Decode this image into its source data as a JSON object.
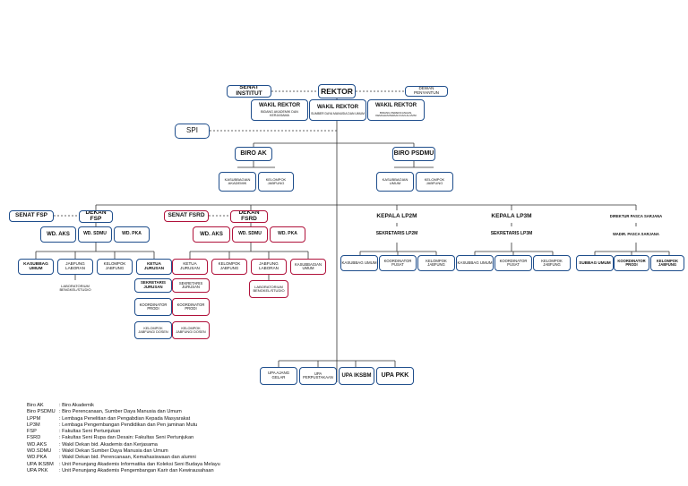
{
  "top": {
    "senat_institut": "SENAT INSTITUT",
    "rektor": "REKTOR",
    "dewan_penyantun": "DEWAN PENYANTUN",
    "wakil_rektor_1": {
      "title": "WAKIL REKTOR",
      "sub": "BIDANG AKADEMIK DAN KERJASAMA"
    },
    "wakil_rektor_2": {
      "title": "WAKIL REKTOR",
      "sub": "SUMBER DAYA MANUSIA DAN UMUM"
    },
    "wakil_rektor_3": {
      "title": "WAKIL REKTOR",
      "sub": "BIDANG PERENCANAAN, KEMAHASISWAAN DAN ALUMNI"
    },
    "spi": "SPI"
  },
  "biro": {
    "biro_ak": "BIRO AK",
    "biro_psdmu": "BIRO PSDMU",
    "ak_kasubbag": "KASUBBAGIAN AKADEMIK",
    "ak_kelompok": "KELOMPOK JABFUNG",
    "psdmu_kasubbag": "KASUBBAGIAN UMUM",
    "psdmu_kelompok": "KELOMPOK JABFUNG"
  },
  "fsp": {
    "senat": "SENAT FSP",
    "dekan": "DEKAN FSP",
    "wd_aks": "WD. AKS",
    "wd_sdmu": "WD. SDMU",
    "wd_pka": "WD. PKA",
    "kasubbag_umum": "KASUBBAG UMUM",
    "jabfung_laboran": "JABFUNG LABORAN",
    "laboratorium": "LABORATORIUM BENGKEL/STUDIO",
    "kelompok_jabfung": "KELOMPOK JABFUNG",
    "ketua_jurusan": "KETUA JURUSAN",
    "sekretaris_jurusan": "SEKRETARIS JURUSAN",
    "koordinator_prodi": "KOORDINATOR PRODI",
    "kelompok_dosen": "KELOMPOK JABFUNG/ DOSEN"
  },
  "fsrd": {
    "senat": "SENAT FSRD",
    "dekan": "DEKAN FSRD",
    "wd_aks": "WD. AKS",
    "wd_sdmu": "WD. SDMU",
    "wd_pka": "WD. PKA",
    "ketua_jurusan": "KETUA JURUSAN",
    "kelompok_jabfung": "KELOMPOK JABFUNG",
    "jabfung_laboran": "JABFUNG LABORAN",
    "kasubbag_umum": "KASUBBAGIAN UMUM",
    "sekretaris_jurusan": "SEKRETARIS JURUSAN",
    "laboratorium": "LABORATORIUM BENGKEL/STUDIO",
    "koordinator_prodi": "KOORDINATOR PRODI",
    "kelompok_dosen": "KELOMPOK JABFUNG/ DOSEN"
  },
  "lp2m": {
    "kepala": "KEPALA LP2M",
    "sekretaris": "SEKRETARIS LP2M",
    "kasubbag": "KASUBBAG UMUM",
    "koordinator": "KOORDINATOR PUSAT",
    "kelompok": "KELOMPOK JABFUNG"
  },
  "lp3m": {
    "kepala": "KEPALA LP3M",
    "sekretaris": "SEKRETARIS LP3M",
    "kasubbag": "KASUBBAG UMUM",
    "koordinator": "KOORDINATOR PUSAT",
    "kelompok": "KELOMPOK JABFUNG"
  },
  "pasca": {
    "direktur": "DIREKTUR PASCA SARJANA",
    "wadir": "WADIR. PASCA SARJANA",
    "subbag": "SUBBAG UMUM",
    "koordinator": "KOORDINATOR PRODI",
    "kelompok": "KELOMPOK JABFUNG"
  },
  "upa": {
    "ajang_gelar": "UPA AJANG GELAR",
    "perpustakaan": "UPA PERPUSTAKAAN",
    "iksbm": "UPA IKSBM",
    "pkk": "UPA PKK"
  },
  "legend": [
    {
      "k": "Biro AK",
      "v": ": Biro Akademik"
    },
    {
      "k": "Biro PSDMU",
      "v": ": Biro Perencanaan, Sumber Daya Manusia dan Umum"
    },
    {
      "k": "LPPM",
      "v": ": Lembaga Penelitian dan Pengabdian Kepada Masyarakat"
    },
    {
      "k": "LP3M",
      "v": ": Lembaga Pengembangan Pendidikan dan Pen jaminan Mutu"
    },
    {
      "k": "FSP",
      "v": ": Fakultas Seni Pertunjukan"
    },
    {
      "k": "FSRD",
      "v": ": Fakultas Seni Rupa dan Desain: Fakultas Seni Pertunjukan"
    },
    {
      "k": "WD.AKS",
      "v": ": Wakil Dekan bid. Akademis dan Kerjasama"
    },
    {
      "k": "WD.SDMU",
      "v": ": Wakil Dekan Sumber Daya Manusia dan Umum"
    },
    {
      "k": "WD.PKA",
      "v": ": Wakil Dekan bid. Perencanaan, Kemahasiswaan dan alumni"
    },
    {
      "k": "UPA IKSBM",
      "v": ": Unit Penunjang Akademis Informatika dan Koleksi Seni Budaya Melayu"
    },
    {
      "k": "UPA PKK",
      "v": ": Unit Penunjang Akademis Pengembangan Karir dan Kewirausahaan"
    }
  ]
}
